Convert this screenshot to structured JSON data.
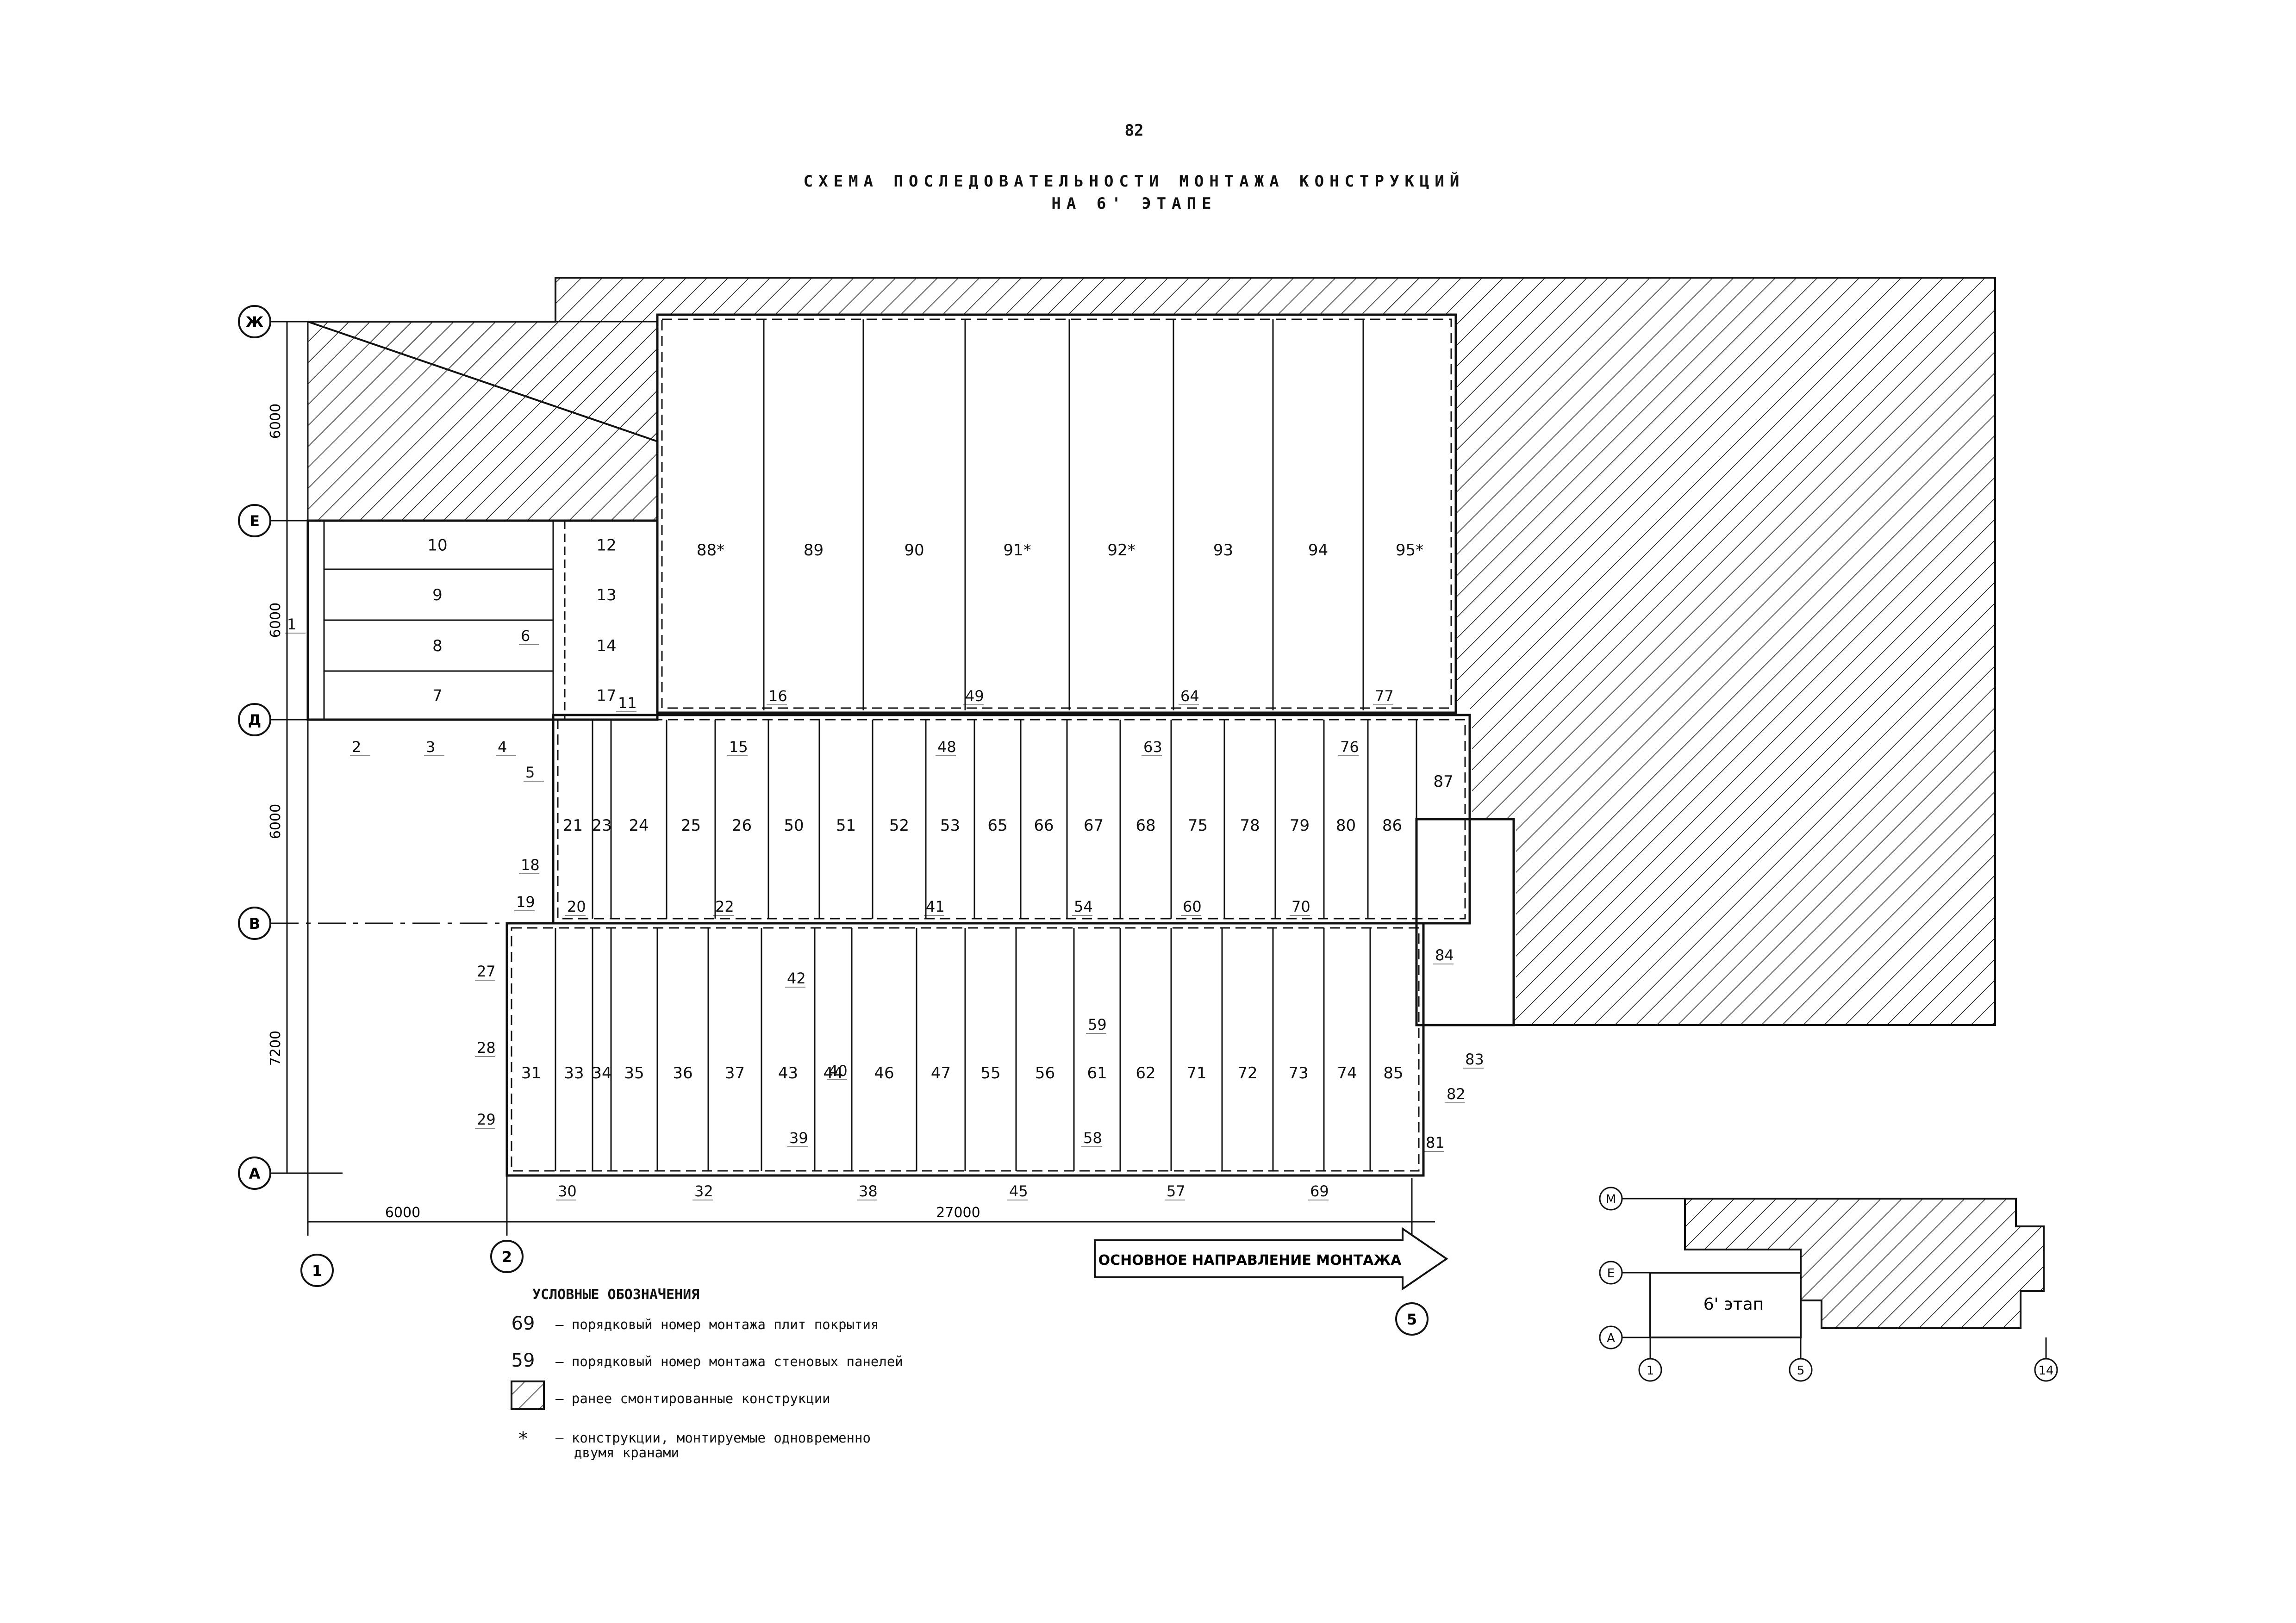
{
  "page_number": "82",
  "title_line1": "СХЕМА ПОСЛЕДОВАТЕЛЬНОСТИ МОНТАЖА КОНСТРУКЦИЙ",
  "title_line2": "НА 6' ЭТАПЕ",
  "axes": {
    "rows": [
      "Ж",
      "Е",
      "Д",
      "В",
      "А"
    ],
    "cols": [
      "1",
      "2",
      "5"
    ]
  },
  "dimensions": {
    "v1": "6000",
    "v2": "6000",
    "v3": "6000",
    "v4": "7200",
    "h1": "6000",
    "h2": "27000"
  },
  "top_slabs": [
    "88*",
    "89",
    "90",
    "91*",
    "92*",
    "93",
    "94",
    "95*"
  ],
  "left_slabs": [
    "10",
    "9",
    "8",
    "7"
  ],
  "mid_slabs": [
    "12",
    "13",
    "14",
    "17"
  ],
  "middle_row_slabs": [
    "21",
    "23",
    "24",
    "25",
    "26",
    "50",
    "51",
    "52",
    "53",
    "65",
    "66",
    "67",
    "68",
    "75",
    "78",
    "79",
    "80",
    "86"
  ],
  "lower_row_slabs": [
    "31",
    "33",
    "34",
    "35",
    "36",
    "37",
    "43",
    "44",
    "46",
    "47",
    "55",
    "56",
    "61",
    "62",
    "71",
    "72",
    "73",
    "74",
    "85"
  ],
  "slab_87": "87",
  "wall_labels": {
    "l1": "1",
    "l2": "2",
    "l3": "3",
    "l4": "4",
    "l5": "5",
    "l6": "6",
    "l11": "11",
    "l15": "15",
    "l16": "16",
    "l18": "18",
    "l19": "19",
    "l20": "20",
    "l22": "22",
    "l27": "27",
    "l28": "28",
    "l29": "29",
    "l30": "30",
    "l32": "32",
    "l38": "38",
    "l39": "39",
    "l40": "40",
    "l41": "41",
    "l42": "42",
    "l45": "45",
    "l48": "48",
    "l49": "49",
    "l54": "54",
    "l57": "57",
    "l58": "58",
    "l59": "59",
    "l60": "60",
    "l63": "63",
    "l64": "64",
    "l69": "69",
    "l70": "70",
    "l76": "76",
    "l77": "77",
    "l81": "81",
    "l82": "82",
    "l83": "83",
    "l84": "84"
  },
  "direction_arrow": "ОСНОВНОЕ НАПРАВЛЕНИЕ МОНТАЖА",
  "legend": {
    "title": "УСЛОВНЫЕ ОБОЗНАЧЕНИЯ",
    "items": [
      {
        "key": "69",
        "text": "– порядковый номер монтажа плит покрытия"
      },
      {
        "key": "59",
        "text": "– порядковый номер монтажа стеновых панелей"
      },
      {
        "key": "",
        "text": "– ранее смонтированные конструкции"
      },
      {
        "key": "*",
        "text": "– конструкции, монтируемые одновременно",
        "text2": "двумя кранами"
      }
    ]
  },
  "mini_plan": {
    "stage_label": "6' этап",
    "rows": [
      "М",
      "Е",
      "А"
    ],
    "cols": [
      "1",
      "5",
      "14"
    ]
  },
  "colors": {
    "ink": "#111111",
    "paper": "#ffffff"
  }
}
